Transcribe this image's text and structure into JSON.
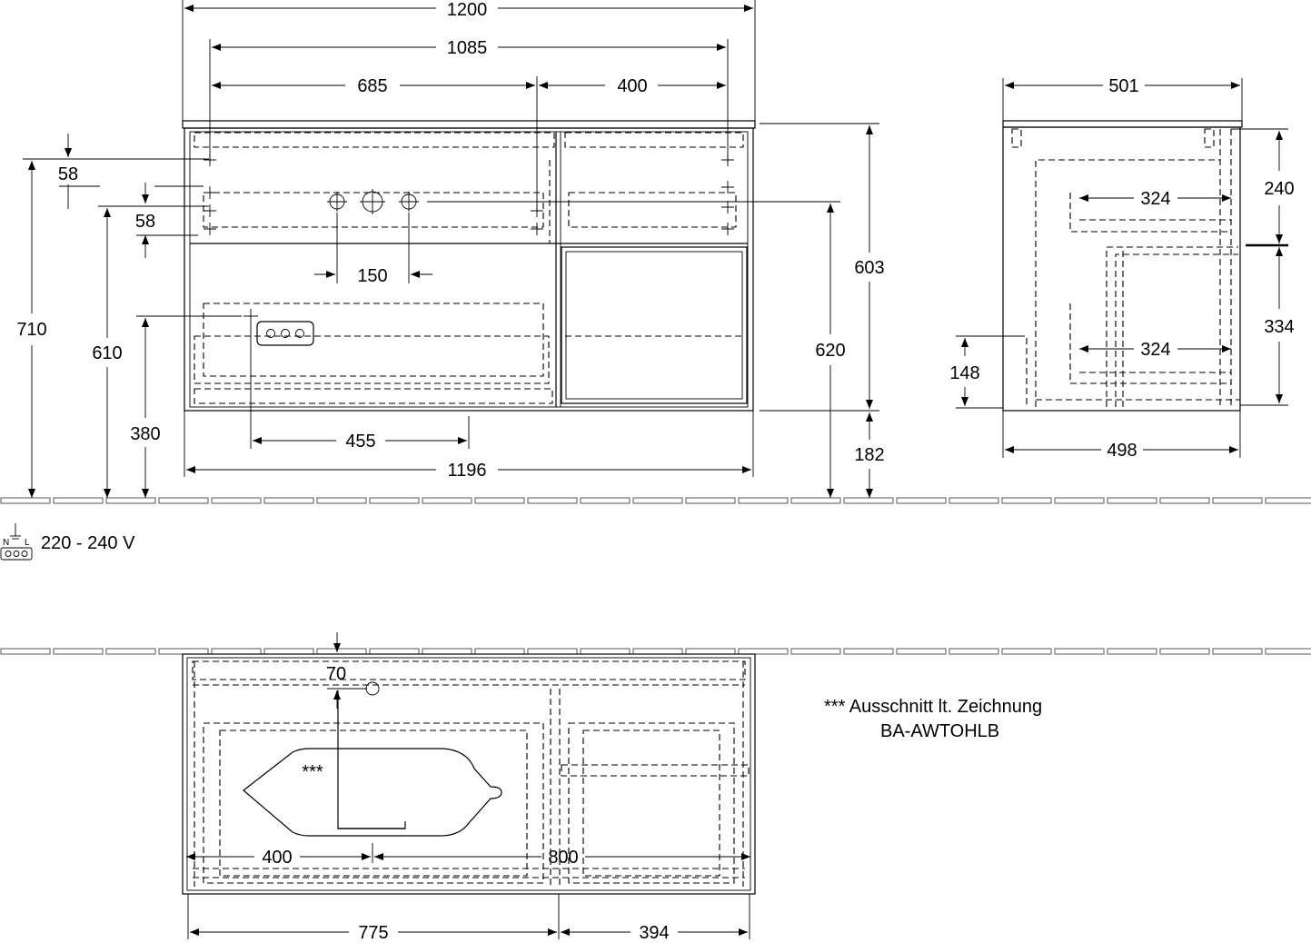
{
  "front_view": {
    "dims": {
      "overall_width": "1200",
      "inner_width": "1085",
      "left_compartment": "685",
      "right_compartment": "400",
      "offset_top_1": "58",
      "offset_top_2": "58",
      "total_height": "710",
      "height_610": "610",
      "height_380": "380",
      "tap_spacing": "150",
      "socket_offset": "455",
      "bottom_width": "1196",
      "body_height": "603",
      "height_620": "620",
      "plinth_height": "182"
    }
  },
  "side_view": {
    "dims": {
      "top_depth": "501",
      "drawer_depth_upper": "324",
      "drawer_depth_lower": "324",
      "upper_height": "240",
      "lower_height": "334",
      "height_148": "148",
      "bottom_depth": "498"
    }
  },
  "electrical": {
    "label": "220 - 240 V",
    "terminal_n": "N",
    "terminal_l": "L",
    "icon": "socket-terminal-icon"
  },
  "top_view": {
    "dims": {
      "drain_offset": "70",
      "left_400": "400",
      "right_800": "800",
      "left_775": "775",
      "right_394": "394"
    },
    "cutout_mark": "***"
  },
  "note": {
    "line1": "*** Ausschnitt lt. Zeichnung",
    "line2": "BA-AWTOHLB"
  }
}
